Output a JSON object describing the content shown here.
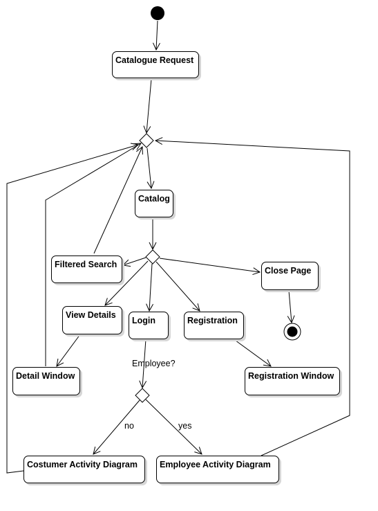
{
  "nodes": {
    "catalogue_request": "Catalogue Request",
    "catalog": "Catalog",
    "filtered_search": "Filtered Search",
    "close_page": "Close Page",
    "view_details": "View Details",
    "login": "Login",
    "registration": "Registration",
    "detail_window": "Detail Window",
    "registration_window": "Registration Window",
    "costumer_activity": "Costumer Activity Diagram",
    "employee_activity": "Employee Activity Diagram"
  },
  "labels": {
    "employee_question": "Employee?",
    "guard_no": "no",
    "guard_yes": "yes"
  }
}
